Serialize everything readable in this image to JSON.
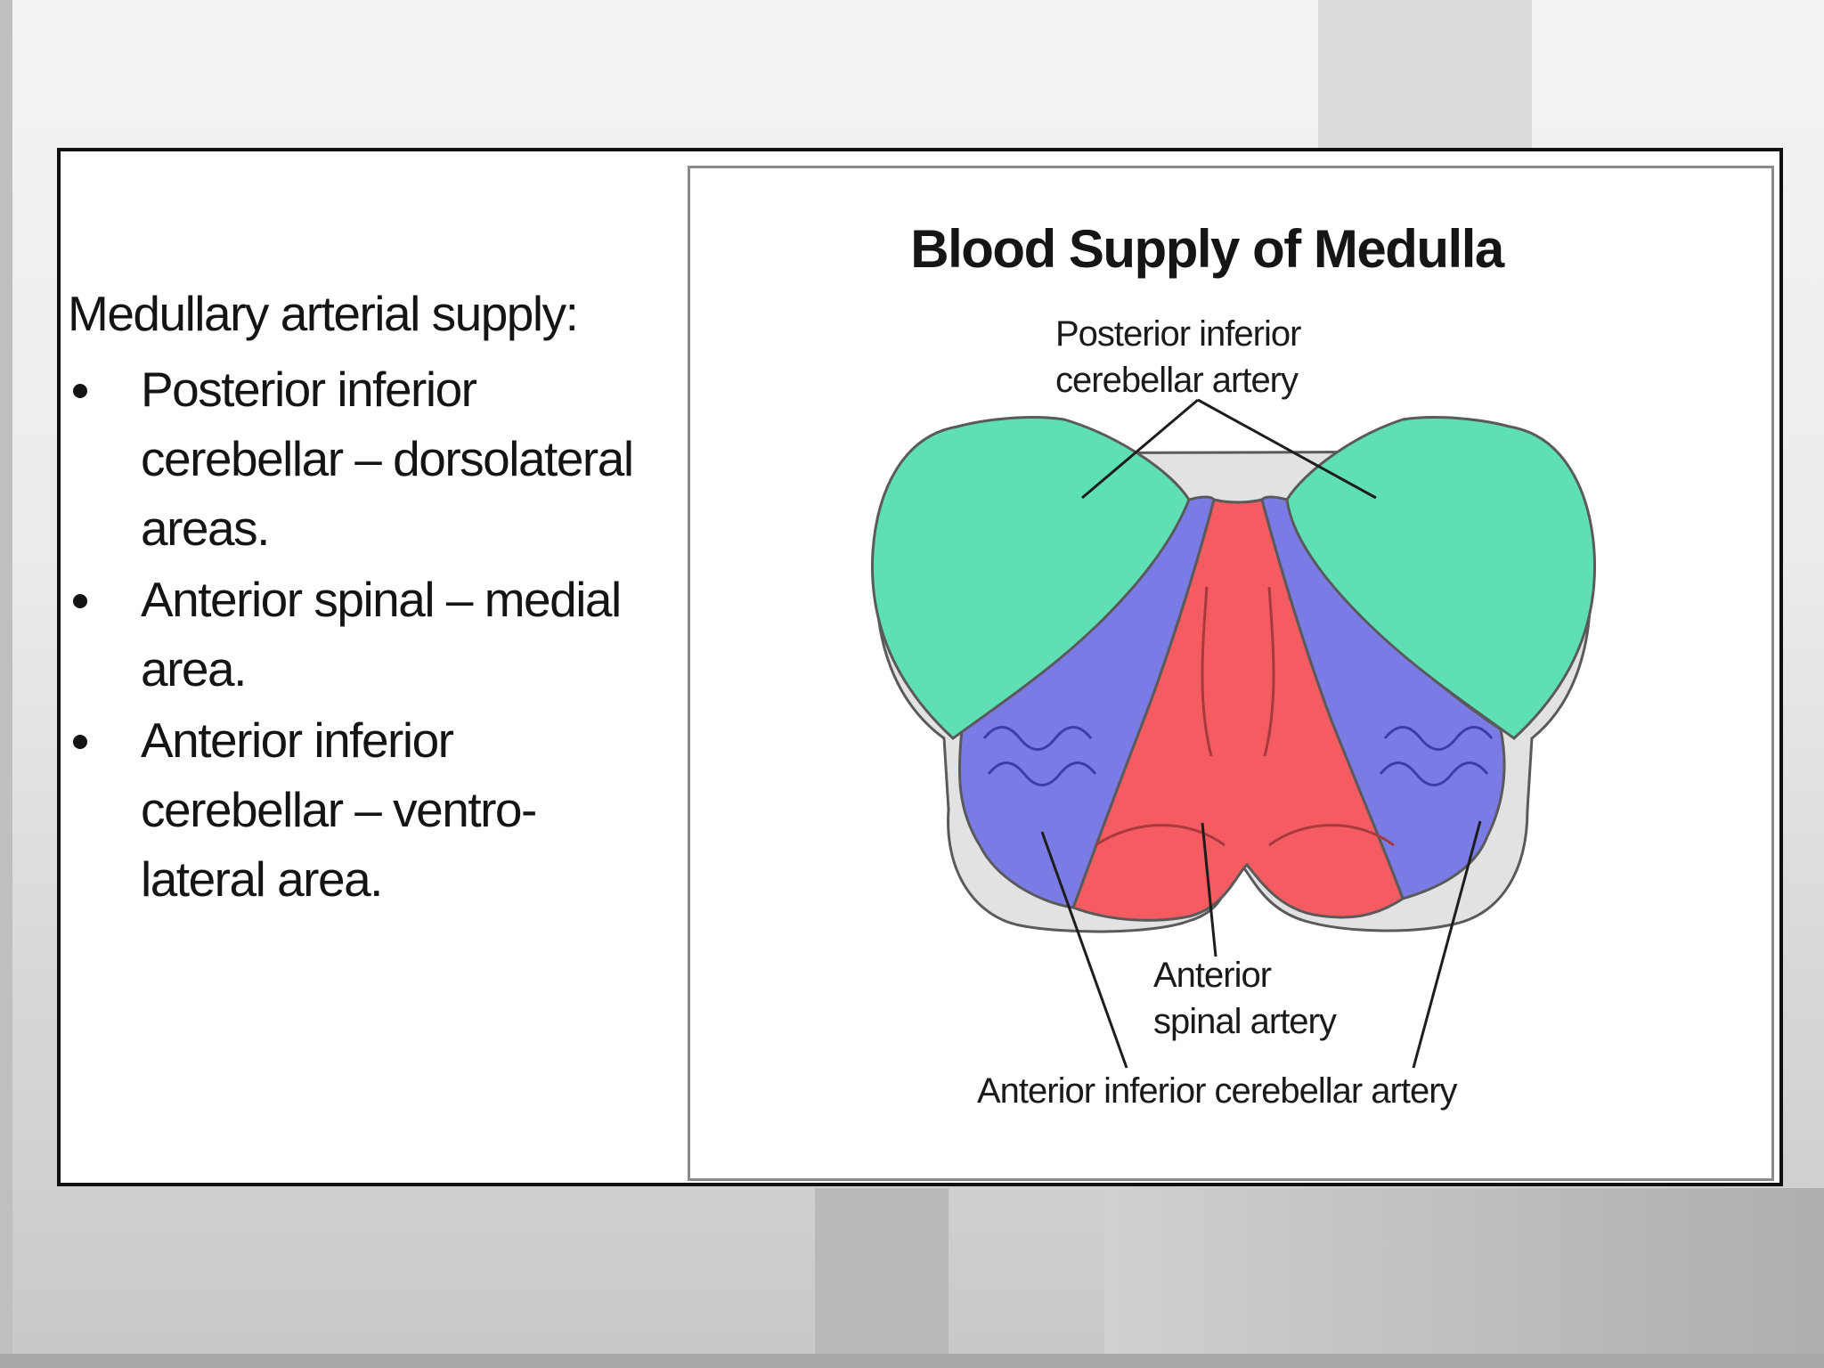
{
  "slide": {
    "intro": "Medullary arterial supply:",
    "bullets": [
      {
        "lines": [
          "Posterior inferior",
          "cerebellar – dorsolateral",
          "areas."
        ]
      },
      {
        "lines": [
          "Anterior spinal – medial",
          "area."
        ]
      },
      {
        "lines": [
          "Anterior inferior",
          "cerebellar – ventro-",
          "lateral area."
        ]
      }
    ]
  },
  "figure": {
    "title": "Blood Supply of Medulla",
    "labels": {
      "pica": [
        "Posterior inferior",
        "cerebellar artery"
      ],
      "asa": [
        "Anterior",
        "spinal artery"
      ],
      "aica": "Anterior inferior cerebellar artery"
    },
    "colors": {
      "pica_region": "#5ee0b4",
      "aica_region": "#7b7be6",
      "asa_region": "#f45c62",
      "outline": "#5a5a5a"
    }
  }
}
